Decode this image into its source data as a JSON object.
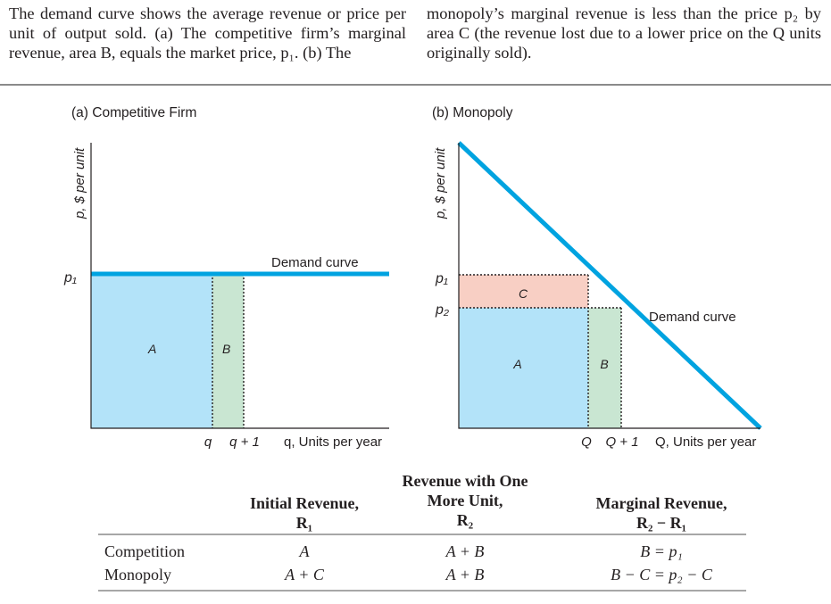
{
  "caption": {
    "left": "The demand curve shows the average revenue or price per unit of output sold. (a) The competitive firm’s marginal revenue, area B, equals the market price, p₁. (b) The",
    "right": "monopoly’s marginal revenue is less than the price p₂ by area C (the revenue lost due to a lower price on the Q units originally sold)."
  },
  "panel_a": {
    "title": "(a) Competitive Firm",
    "ylabel": "p, $ per unit",
    "xlabel": "q, Units per year",
    "price_label": "p₁",
    "demand_label": "Demand curve",
    "area_a": "A",
    "area_b": "B",
    "tick_q": "q",
    "tick_q1": "q + 1"
  },
  "panel_b": {
    "title": "(b) Monopoly",
    "ylabel": "p, $ per unit",
    "xlabel": "Q, Units per year",
    "price1_label": "p₁",
    "price2_label": "p₂",
    "demand_label": "Demand curve",
    "area_a": "A",
    "area_b": "B",
    "area_c": "C",
    "tick_q": "Q",
    "tick_q1": "Q + 1"
  },
  "table": {
    "headers": [
      [
        "Initial Revenue,",
        "R₁"
      ],
      [
        "Revenue with One",
        "More Unit,",
        "R₂"
      ],
      [
        "Marginal Revenue,",
        "R₂ − R₁"
      ]
    ],
    "rows": [
      {
        "label": "Competition",
        "initial": "A",
        "more": "A + B",
        "marginal": "B = p₁"
      },
      {
        "label": "Monopoly",
        "initial": "A + C",
        "more": "A + B",
        "marginal": "B − C = p₂ − C"
      }
    ]
  },
  "colors": {
    "demand_line": "#00a3e0",
    "area_a_fill": "#b3e3f9",
    "area_b_fill": "#c9e6d2",
    "area_c_fill": "#f8cfc4",
    "axis": "#231f20",
    "rule": "#8a8a8a"
  }
}
